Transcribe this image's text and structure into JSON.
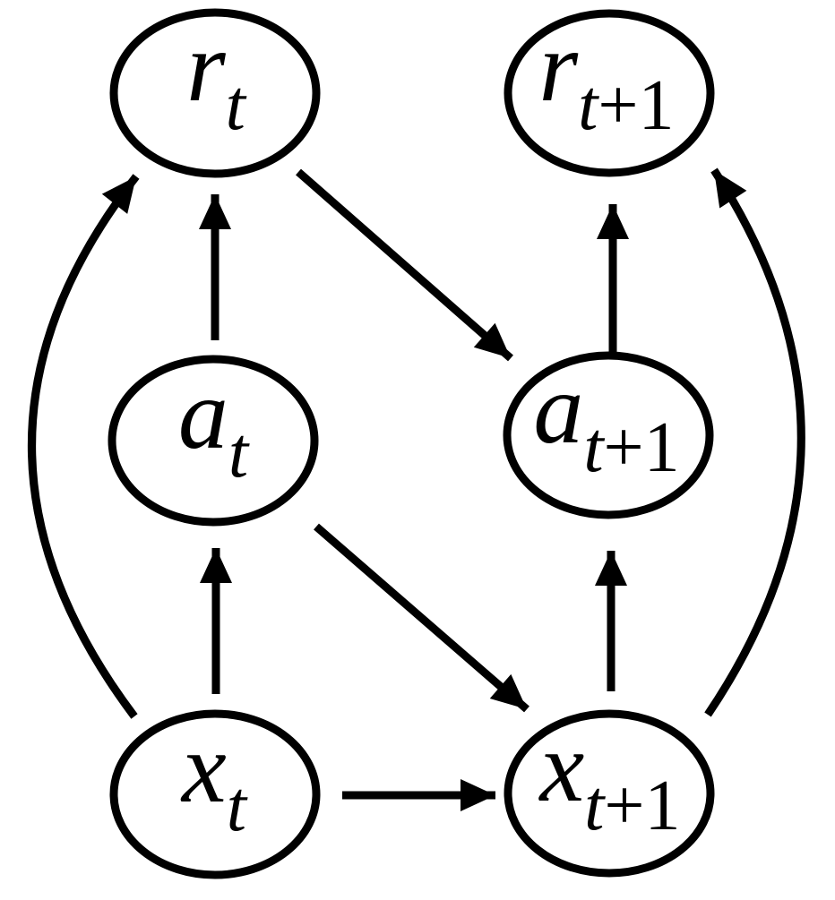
{
  "figure": {
    "background_color": "#ffffff",
    "ink_color": "#000000",
    "nodes": [
      {
        "id": "r_t",
        "main": "r",
        "sub": "t",
        "sub_rest": ""
      },
      {
        "id": "r_t+1",
        "main": "r",
        "sub": "t",
        "sub_rest": "+1"
      },
      {
        "id": "a_t",
        "main": "a",
        "sub": "t",
        "sub_rest": ""
      },
      {
        "id": "a_t+1",
        "main": "a",
        "sub": "t",
        "sub_rest": "+1"
      },
      {
        "id": "x_t",
        "main": "x",
        "sub": "t",
        "sub_rest": ""
      },
      {
        "id": "x_t+1",
        "main": "x",
        "sub": "t",
        "sub_rest": "+1"
      }
    ],
    "edges": [
      {
        "from": "a_t",
        "to": "r_t",
        "style": "straight"
      },
      {
        "from": "x_t",
        "to": "a_t",
        "style": "straight"
      },
      {
        "from": "x_t",
        "to": "r_t",
        "style": "curved"
      },
      {
        "from": "r_t",
        "to": "a_t+1",
        "style": "straight"
      },
      {
        "from": "a_t",
        "to": "x_t+1",
        "style": "straight"
      },
      {
        "from": "x_t",
        "to": "x_t+1",
        "style": "straight"
      },
      {
        "from": "x_t+1",
        "to": "a_t+1",
        "style": "straight"
      },
      {
        "from": "a_t+1",
        "to": "r_t+1",
        "style": "straight"
      },
      {
        "from": "x_t+1",
        "to": "r_t+1",
        "style": "curved"
      }
    ]
  }
}
